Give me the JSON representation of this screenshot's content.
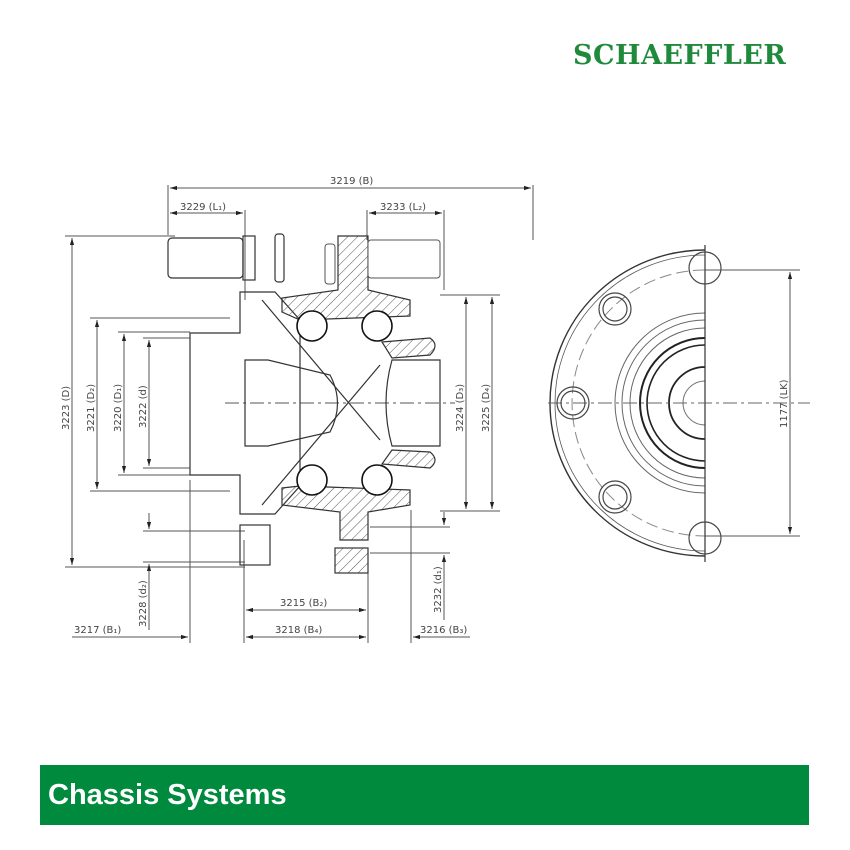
{
  "brand": {
    "logo_text": "SCHAEFFLER",
    "color": "#1f8a3c"
  },
  "footer": {
    "title": "Chassis Systems",
    "bar_color": "#008a3e"
  },
  "drawing": {
    "title": "Wheel bearing unit (hub bearing) technical drawing",
    "dimensions": {
      "overall_width": "3219 (B)",
      "stud_length_left": "3229 (L₁)",
      "stud_length_right": "3233 (L₂)",
      "outer_diameter": "3223 (D)",
      "flange_diameter_d2": "3221 (D₂)",
      "pilot_diameter_d1": "3220 (D₁)",
      "bore_diameter": "3222 (d)",
      "outer_ring_d3": "3224 (D₃)",
      "outer_ring_d4": "3225 (D₄)",
      "hole_d2": "3228 (d₂)",
      "hole_d1": "3232 (d₁)",
      "width_b2": "3215 (B₂)",
      "width_b4": "3218 (B₄)",
      "width_b1": "3217 (B₁)",
      "width_b3": "3216 (B₃)",
      "bolt_circle": "1177 (LK)"
    }
  }
}
